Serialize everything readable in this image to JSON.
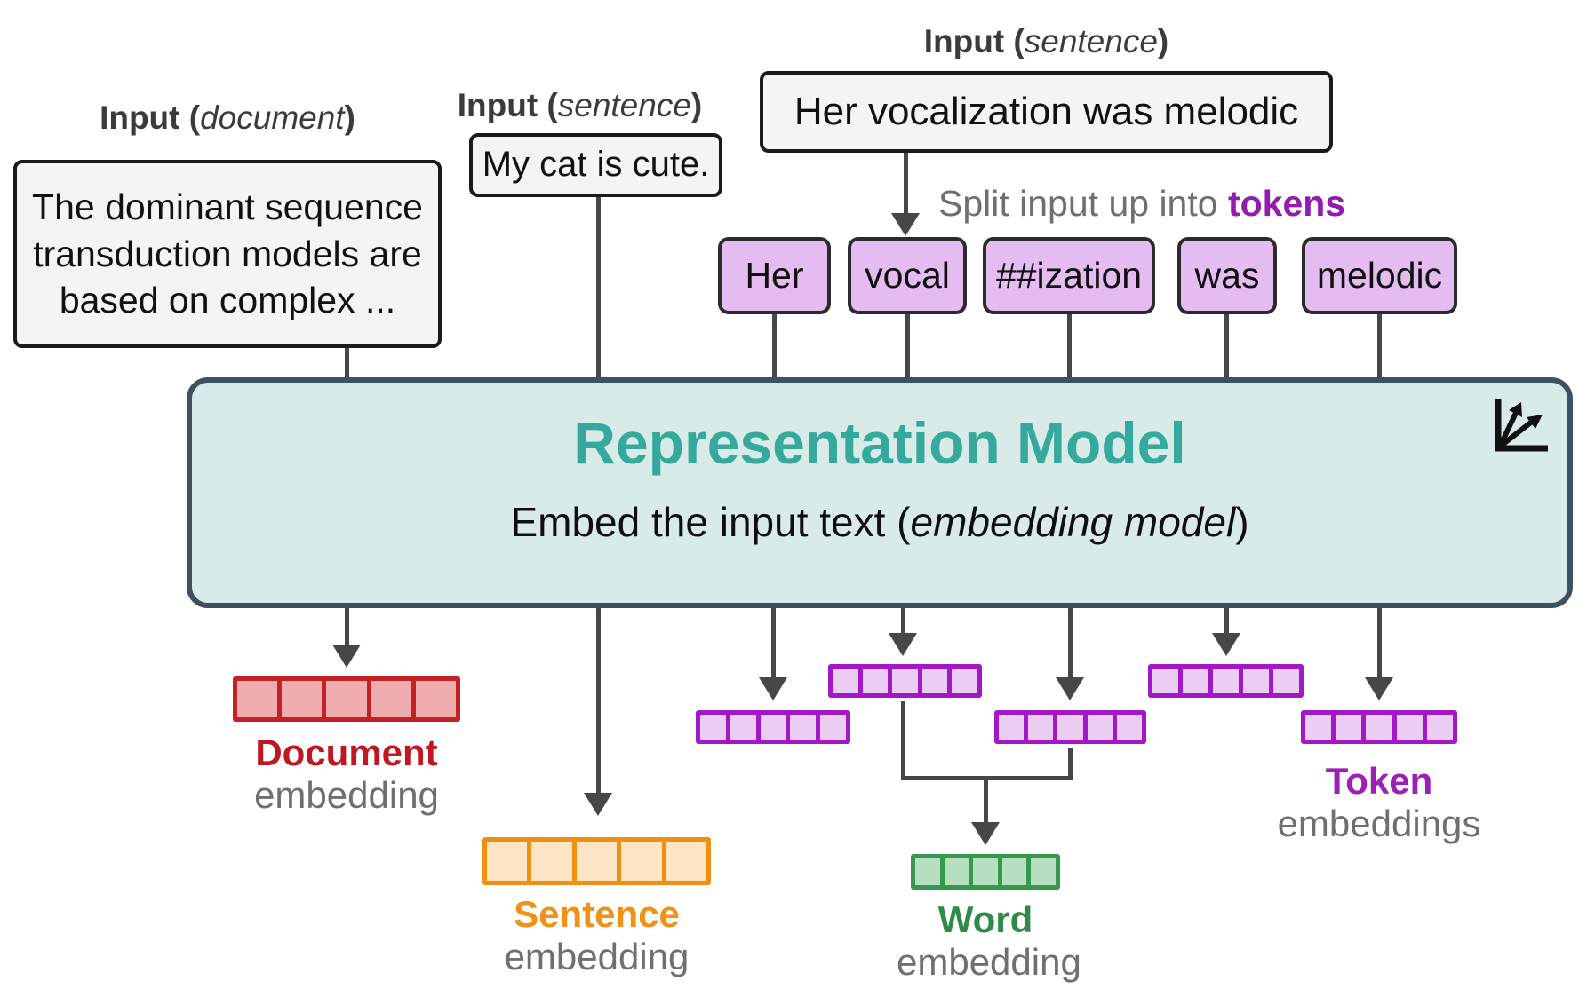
{
  "inputs": {
    "document": {
      "prefix": "Input (",
      "word": "document",
      "suffix": ")",
      "text": "The dominant sequence transduction models are based on complex ..."
    },
    "sentence_mid": {
      "prefix": "Input (",
      "word": "sentence",
      "suffix": ")",
      "text": "My cat is cute."
    },
    "sentence_right": {
      "prefix": "Input (",
      "word": "sentence",
      "suffix": ")",
      "text": "Her vocalization was melodic"
    }
  },
  "split_note": {
    "prefix": "Split input up into ",
    "highlight": "tokens"
  },
  "tokens": [
    "Her",
    "vocal",
    "##ization",
    "was",
    "melodic"
  ],
  "model": {
    "title": "Representation Model",
    "subtitle_prefix": "Embed the input text (",
    "subtitle_em": "embedding model",
    "subtitle_suffix": ")",
    "icon": "vector-axes-icon"
  },
  "embeddings": {
    "document": {
      "title": "Document",
      "subtitle": "embedding",
      "cells": 5
    },
    "sentence": {
      "title": "Sentence",
      "subtitle": "embedding",
      "cells": 5
    },
    "token": {
      "title": "Token",
      "subtitle": "embeddings",
      "cells": 5,
      "rows": 5
    },
    "word": {
      "title": "Word",
      "subtitle": "embedding",
      "cells": 5
    }
  },
  "colors": {
    "line": "#474747",
    "gray_text": "#6f6f6f",
    "label_dark": "#3b3b3b",
    "input_box_fill": "#f4f4f4",
    "input_box_border": "#1a1a1a",
    "token_box_fill": "#e5bcf2",
    "token_box_border": "#2b2b2b",
    "split_highlight": "#921bb0",
    "model_fill": "#d8ebe9",
    "model_border": "#3d5161",
    "model_title": "#35a99b",
    "red_border": "#c42127",
    "red_fill": "#efacaf",
    "red_label": "#c01820",
    "orange_border": "#f09011",
    "orange_fill": "#fce4c4",
    "orange_label": "#f29214",
    "purple_border": "#a318c6",
    "purple_fill": "#eccdf4",
    "purple_label": "#9b1fb8",
    "green_border": "#35984d",
    "green_fill": "#b6dfc1",
    "green_label": "#2e8b47"
  }
}
